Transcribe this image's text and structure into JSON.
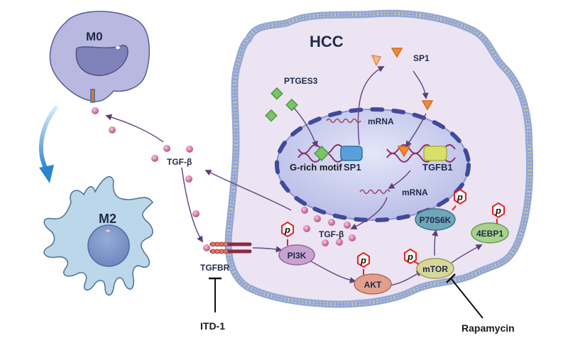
{
  "labels": {
    "m0": "M0",
    "m2": "M2",
    "hcc": "HCC",
    "ptges3": "PTGES3",
    "sp1_protein": "SP1",
    "mrna_top": "mRNA",
    "mrna_bottom": "mRNA",
    "g_rich_motif": "G-rich motif",
    "sp1_gene": "SP1",
    "tgfb1_gene": "TGFB1",
    "tgfb_extracellular": "TGF-β",
    "tgfb_intracellular": "TGF-β",
    "tgfbr": "TGFBR",
    "itd1": "ITD-1",
    "pi3k": "PI3K",
    "akt": "AKT",
    "mtor": "mTOR",
    "p70s6k": "P70S6K",
    "4ebp1": "4EBP1",
    "rapamycin": "Rapamycin",
    "phospho": "p"
  },
  "colors": {
    "m0_body": "#b9b8e0",
    "m0_nucleus": "#7f82b8",
    "m2_body": "#bcd6ea",
    "m2_nucleus": "#7d97c6",
    "hcc_cytoplasm": "#ece4f2",
    "membrane_head": "#9fb2e2",
    "membrane_tail": "#c9c98a",
    "nucleus": "#c8cbec",
    "tgfb_ligand": "#b8457e",
    "sp1_triangle": "#f08a3a",
    "ptges3_diamond": "#7bc466",
    "pi3k": "#c9a3cf",
    "akt": "#e2a08c",
    "mtor": "#d8d79a",
    "p70s6k": "#6fa7b8",
    "4ebp1": "#a8d28c",
    "phospho_hex": "#e52020",
    "arrow": "#6a4a86",
    "polarization_arrow": "#2a86cf"
  }
}
